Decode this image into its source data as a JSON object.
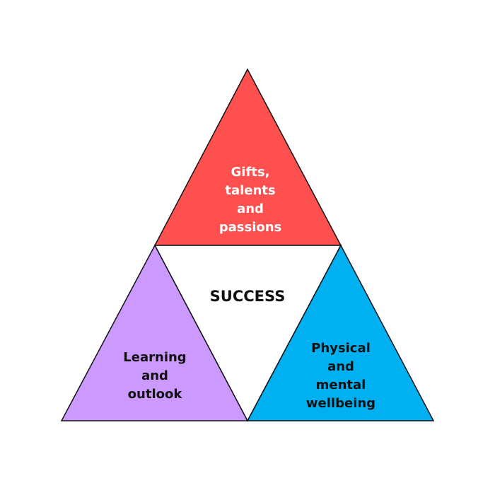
{
  "diagram": {
    "top": {
      "lines": [
        "Gifts,",
        "talents",
        "and",
        "passions"
      ],
      "color": "#FF5050"
    },
    "center": {
      "label": "SUCCESS",
      "color": "#FFFFFF"
    },
    "left": {
      "lines": [
        "Learning",
        "and",
        "outlook"
      ],
      "color": "#CC99FF"
    },
    "right": {
      "lines": [
        "Physical",
        "and",
        "mental",
        "wellbeing"
      ],
      "color": "#00B0F0"
    }
  }
}
